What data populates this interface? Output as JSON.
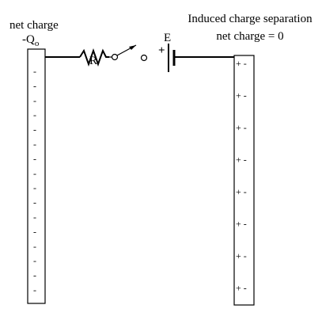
{
  "labels": {
    "left_top": "net charge",
    "left_charge": "-Q",
    "left_charge_sub": "o",
    "resistor": "R",
    "battery": "E",
    "battery_plus": "+",
    "right_line1": "Induced charge separation",
    "right_line2": "net charge = 0"
  },
  "left_plate": {
    "charge_sign": "-",
    "count": 16
  },
  "right_plate": {
    "pair_sign": "+ -",
    "count": 8
  },
  "colors": {
    "stroke": "#000000",
    "background": "#ffffff"
  }
}
